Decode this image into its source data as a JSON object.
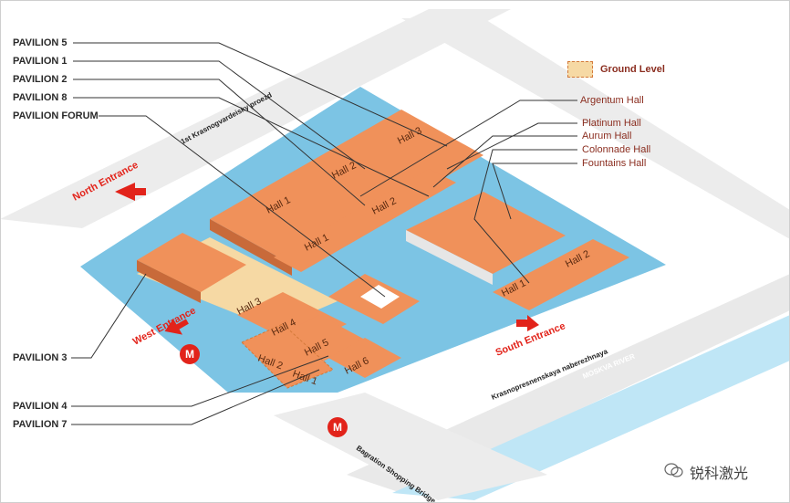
{
  "legend": {
    "ground_level": "Ground Level"
  },
  "pavilions": {
    "p5": "PAVILION 5",
    "p1": "PAVILION 1",
    "p2": "PAVILION 2",
    "p8": "PAVILION 8",
    "forum": "PAVILION FORUM",
    "p3": "PAVILION 3",
    "p4": "PAVILION 4",
    "p7": "PAVILION 7"
  },
  "halls_right": {
    "argentum": "Argentum Hall",
    "platinum": "Platinum Hall",
    "aurum": "Aurum Hall",
    "colonnade": "Colonnade Hall",
    "fountains": "Fountains Hall"
  },
  "hall_labels": {
    "h3_top": "Hall 3",
    "h2_top": "Hall 2",
    "h1_left": "Hall 1",
    "h2_mid": "Hall 2",
    "h1_mid": "Hall 1",
    "h2_east": "Hall 2",
    "h1_south": "Hall 1",
    "h3_small": "Hall 3",
    "h4": "Hall 4",
    "h5": "Hall 5",
    "h6": "Hall 6",
    "h2_low": "Hall 2",
    "h1_low": "Hall 1"
  },
  "entrances": {
    "north": "North Entrance",
    "west": "West Entrance",
    "south": "South Entrance"
  },
  "streets": {
    "proezd": "1st Krasnogvardeisky proezd",
    "naberezhnaya": "Krasnopresnenskaya naberezhnaya",
    "river": "MOSKVA RIVER",
    "bridge": "Bagration Shopping Bridge"
  },
  "metro": "M",
  "watermark": "锐科激光",
  "colors": {
    "hall": "#f0915a",
    "ground": "#f6d9a4",
    "water": "#7cc4e4",
    "road": "#e8e8e8",
    "accent": "#e2231a"
  }
}
